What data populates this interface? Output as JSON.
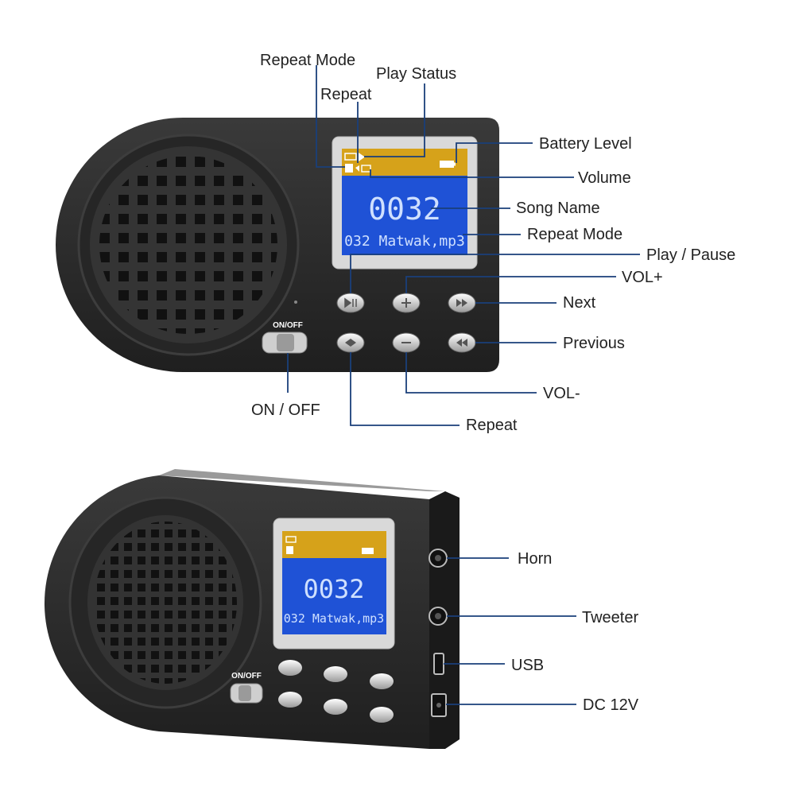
{
  "colors": {
    "leader": "#1a3f7a",
    "lcd_blue": "#1f52d6",
    "lcd_amber": "#d6a21a",
    "body": "#2a2a2a"
  },
  "display": {
    "track_number": "0032",
    "file_name": "032 Matwak,mp3"
  },
  "device": {
    "switch_label": "ON/OFF"
  },
  "callouts_front": {
    "repeat_mode_top": "Repeat Mode",
    "play_status": "Play Status",
    "repeat_top": "Repeat",
    "battery_level": "Battery Level",
    "volume": "Volume",
    "song_name": "Song Name",
    "repeat_mode": "Repeat Mode",
    "play_pause": "Play / Pause",
    "vol_plus": "VOL+",
    "next": "Next",
    "previous": "Previous",
    "vol_minus": "VOL-",
    "on_off": "ON / OFF",
    "repeat": "Repeat"
  },
  "callouts_side": {
    "horn": "Horn",
    "tweeter": "Tweeter",
    "usb": "USB",
    "dc": "DC 12V"
  }
}
